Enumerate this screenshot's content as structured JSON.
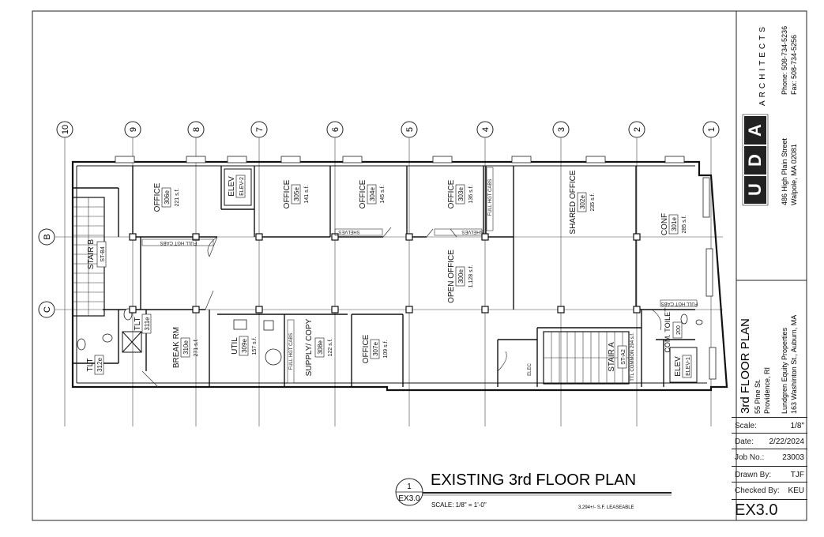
{
  "firm": {
    "logo_letters": [
      "U",
      "D",
      "A"
    ],
    "name": "ARCHITECTS",
    "address1": "486 High Plain Street",
    "address2": "Walpole, MA 02081",
    "phone": "Phone: 508-734-5236",
    "fax": "Fax: 508-734-5256"
  },
  "sheet_title": "3rd FLOOR PLAN",
  "project": {
    "street": "55 Pine St.",
    "city": "Providence, RI",
    "client": "Lundgren Equity Properties",
    "client_address": "163 Washinton St., Auburn, MA"
  },
  "title_block": {
    "scale_label": "Scale:",
    "scale_value": "1/8\"",
    "date_label": "Date:",
    "date_value": "2/22/2024",
    "job_label": "Job No.:",
    "job_value": "23003",
    "drawn_label": "Drawn By:",
    "drawn_value": "TJF",
    "checked_label": "Checked By:",
    "checked_value": "KEU",
    "sheet_number": "EX3.0"
  },
  "drawing_title": {
    "number": "1",
    "sheet_ref": "EX3.0",
    "title": "EXISTING 3rd FLOOR PLAN",
    "scale": "SCALE: 1/8\" = 1'-0\"",
    "leaseable": "3,294+/- S.F. LEASEABLE"
  },
  "grid": {
    "columns": [
      "10",
      "9",
      "8",
      "7",
      "6",
      "5",
      "4",
      "3",
      "2",
      "1"
    ],
    "rows": [
      "B",
      "C"
    ]
  },
  "rooms": [
    {
      "name": "OFFICE",
      "tag": "306e",
      "area": "221 s.f."
    },
    {
      "name": "ELEV",
      "tag": "ELEV-2"
    },
    {
      "name": "OFFICE",
      "tag": "305e",
      "area": "141 s.f."
    },
    {
      "name": "OFFICE",
      "tag": "304e",
      "area": "145 s.f."
    },
    {
      "name": "OFFICE",
      "tag": "303e",
      "area": "136 s.f."
    },
    {
      "name": "SHARED OFFICE",
      "tag": "302e",
      "area": "235 s.f."
    },
    {
      "name": "CONF",
      "tag": "301e",
      "area": "285 s.f."
    },
    {
      "name": "STAIR B",
      "tag": "ST-B4"
    },
    {
      "name": "OPEN OFFICE",
      "tag": "300e",
      "area": "1,128 s.f."
    },
    {
      "name": "TLT",
      "tag": "311e"
    },
    {
      "name": "TLT",
      "tag": "312e"
    },
    {
      "name": "BREAK RM",
      "tag": "310e",
      "area": "271 s.f."
    },
    {
      "name": "UTIL",
      "tag": "309e",
      "area": "157 s.f."
    },
    {
      "name": "SUPPLY/ COPY",
      "tag": "308e",
      "area": "122 s.f."
    },
    {
      "name": "OFFICE",
      "tag": "307e",
      "area": "109 s.f."
    },
    {
      "name": "STAIR A",
      "tag": "ST-A2",
      "area": "TTL COMMON 294 s.f."
    },
    {
      "name": "COM. TOILET",
      "tag": "200"
    },
    {
      "name": "ELEV",
      "tag": "ELEV-1"
    }
  ],
  "notes": {
    "full_hgt_cabs": "FULL HGT CABS",
    "shelves": "SHELVES",
    "elec": "ELEC"
  }
}
